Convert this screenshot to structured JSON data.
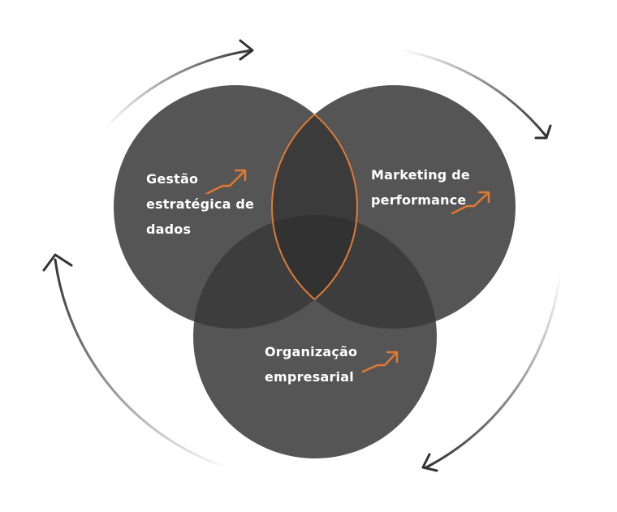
{
  "diagram": {
    "circles": [
      {
        "id": "gestao",
        "lines": [
          "Gestão",
          "estratégica de",
          "dados"
        ]
      },
      {
        "id": "marketing",
        "lines": [
          "Marketing de",
          "performance"
        ]
      },
      {
        "id": "organizacao",
        "lines": [
          "Organização",
          "empresarial"
        ]
      }
    ],
    "colors": {
      "circle_fill": "#555555",
      "overlap_fill": "#3c3c3c",
      "center_fill": "#333333",
      "accent": "#e07a33",
      "arrow": "#333333",
      "label_text": "#ffffff"
    },
    "icons": [
      "trend-up-arrow-icon",
      "cycle-arrow-icon"
    ]
  }
}
